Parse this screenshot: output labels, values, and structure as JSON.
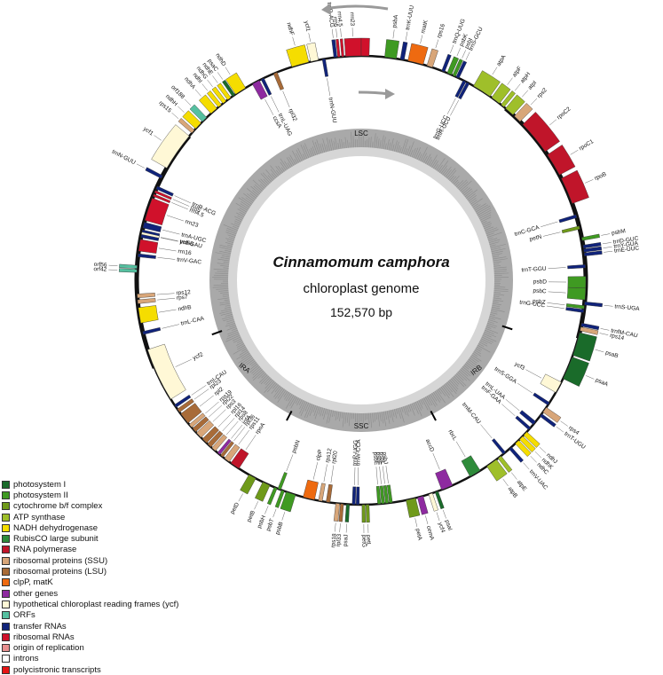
{
  "title": {
    "organism": "Cinnamomum camphora",
    "subtitle": "chloroplast genome",
    "length": "152,570 bp"
  },
  "regions": [
    "LSC",
    "IRB",
    "SSC",
    "IRA"
  ],
  "colors": {
    "ps1": "#1a6b2a",
    "ps2": "#3f9a22",
    "cytb6f": "#6f9a1a",
    "atp": "#9fbf2a",
    "ndh": "#f5dd00",
    "rubisco": "#2e8b3a",
    "rnapol": "#c0152a",
    "ssu": "#d8a679",
    "lsu": "#a86b38",
    "clpp": "#ee6a10",
    "other": "#8e2aa0",
    "ycf": "#fff8d6",
    "orf": "#55c0a0",
    "trna": "#10237a",
    "rrna": "#d0112b",
    "ori": "#e89090",
    "intron": "#ffffff",
    "polycistronic": "#e61515",
    "ring_outer": "#a9a9a9",
    "ring_inner": "#d6d6d6"
  },
  "legend": [
    {
      "label": "photosystem I",
      "color_key": "ps1"
    },
    {
      "label": "photosystem II",
      "color_key": "ps2"
    },
    {
      "label": "cytochrome b/f complex",
      "color_key": "cytb6f"
    },
    {
      "label": "ATP synthase",
      "color_key": "atp"
    },
    {
      "label": "NADH dehydrogenase",
      "color_key": "ndh"
    },
    {
      "label": "RubisCO large subunit",
      "color_key": "rubisco"
    },
    {
      "label": "RNA polymerase",
      "color_key": "rnapol"
    },
    {
      "label": "ribosomal proteins (SSU)",
      "color_key": "ssu"
    },
    {
      "label": "ribosomal proteins (LSU)",
      "color_key": "lsu"
    },
    {
      "label": "clpP, matK",
      "color_key": "clpp"
    },
    {
      "label": "other genes",
      "color_key": "other"
    },
    {
      "label": "hypothetical chloroplast reading frames (ycf)",
      "color_key": "ycf"
    },
    {
      "label": "ORFs",
      "color_key": "orf"
    },
    {
      "label": "transfer RNAs",
      "color_key": "trna"
    },
    {
      "label": "ribosomal RNAs",
      "color_key": "rrna"
    },
    {
      "label": "origin of replication",
      "color_key": "ori"
    },
    {
      "label": "introns",
      "color_key": "intron"
    },
    {
      "label": "polycistronic transcripts",
      "color_key": "polycistronic"
    }
  ],
  "genes": [
    {
      "name": "psbA",
      "c": "ps2",
      "a": 6,
      "w": 3,
      "s": 1
    },
    {
      "name": "trnK-UUU",
      "c": "trna",
      "a": 10,
      "w": 1,
      "s": 1
    },
    {
      "name": "matK",
      "c": "clpp",
      "a": 12,
      "w": 4,
      "s": 1
    },
    {
      "name": "rps16",
      "c": "ssu",
      "a": 17,
      "w": 1.5,
      "s": 1
    },
    {
      "name": "trnQ-UUG",
      "c": "trna",
      "a": 21,
      "w": 0.8,
      "s": 1
    },
    {
      "name": "psbK",
      "c": "ps2",
      "a": 22.5,
      "w": 1.2,
      "s": 1
    },
    {
      "name": "psbI",
      "c": "ps2",
      "a": 24,
      "w": 0.8,
      "s": 1
    },
    {
      "name": "trnS-GCU",
      "c": "trna",
      "a": 25,
      "w": 0.8,
      "s": 1
    },
    {
      "name": "trnG-UCC",
      "c": "trna",
      "a": 27,
      "w": 0.8,
      "s": -1
    },
    {
      "name": "trnR-UCU",
      "c": "trna",
      "a": 28,
      "w": 0.8,
      "s": -1
    },
    {
      "name": "atpA",
      "c": "atp",
      "a": 30,
      "w": 5,
      "s": 1
    },
    {
      "name": "atpF",
      "c": "atp",
      "a": 35.5,
      "w": 2.5,
      "s": 1
    },
    {
      "name": "atpH",
      "c": "atp",
      "a": 38.5,
      "w": 1,
      "s": 1
    },
    {
      "name": "atpI",
      "c": "atp",
      "a": 40,
      "w": 2.5,
      "s": 1
    },
    {
      "name": "rps2",
      "c": "ssu",
      "a": 43,
      "w": 2,
      "s": 1
    },
    {
      "name": "rpoC2",
      "c": "rnapol",
      "a": 46,
      "w": 9,
      "s": 1
    },
    {
      "name": "rpoC1",
      "c": "rnapol",
      "a": 56,
      "w": 6,
      "s": 1
    },
    {
      "name": "rpoB",
      "c": "rnapol",
      "a": 63,
      "w": 7,
      "s": 1
    },
    {
      "name": "trnC-GCA",
      "c": "trna",
      "a": 73,
      "w": 0.8,
      "s": -1
    },
    {
      "name": "petN",
      "c": "cytb6f",
      "a": 76,
      "w": 0.8,
      "s": -1
    },
    {
      "name": "psbM",
      "c": "ps2",
      "a": 79,
      "w": 0.8,
      "s": 1
    },
    {
      "name": "trnD-GUC",
      "c": "trna",
      "a": 81,
      "w": 0.8,
      "s": 1
    },
    {
      "name": "trnY-GUA",
      "c": "trna",
      "a": 82,
      "w": 0.8,
      "s": 1
    },
    {
      "name": "trnE-UUC",
      "c": "trna",
      "a": 83,
      "w": 0.8,
      "s": 1
    },
    {
      "name": "trnT-GGU",
      "c": "trna",
      "a": 86,
      "w": 0.8,
      "s": -1
    },
    {
      "name": "psbD",
      "c": "ps2",
      "a": 89,
      "w": 3,
      "s": -1
    },
    {
      "name": "psbC",
      "c": "ps2",
      "a": 92,
      "w": 3,
      "s": -1
    },
    {
      "name": "trnS-UGA",
      "c": "trna",
      "a": 95.5,
      "w": 0.8,
      "s": 1
    },
    {
      "name": "psbZ",
      "c": "ps2",
      "a": 96.5,
      "w": 0.8,
      "s": -1
    },
    {
      "name": "trnG-UCC",
      "c": "trna",
      "a": 97.5,
      "w": 0.8,
      "s": -1
    },
    {
      "name": "trnfM-CAU",
      "c": "trna",
      "a": 101,
      "w": 0.8,
      "s": 1
    },
    {
      "name": "rps14",
      "c": "ssu",
      "a": 102,
      "w": 1,
      "s": 1
    },
    {
      "name": "psaB",
      "c": "ps1",
      "a": 103.5,
      "w": 6,
      "s": 1
    },
    {
      "name": "psaA",
      "c": "ps1",
      "a": 110,
      "w": 6,
      "s": 1
    },
    {
      "name": "ycf3",
      "c": "ycf",
      "a": 117,
      "w": 3,
      "s": -1
    },
    {
      "name": "trnS-GGA",
      "c": "trna",
      "a": 123,
      "w": 0.8,
      "s": -1
    },
    {
      "name": "rps4",
      "c": "ssu",
      "a": 124.5,
      "w": 1.5,
      "s": 1
    },
    {
      "name": "trnT-UGU",
      "c": "trna",
      "a": 126.5,
      "w": 0.8,
      "s": 1
    },
    {
      "name": "trnL-UAA",
      "c": "trna",
      "a": 129,
      "w": 1,
      "s": -1
    },
    {
      "name": "trnF-GAA",
      "c": "trna",
      "a": 131,
      "w": 0.8,
      "s": -1
    },
    {
      "name": "ndhJ",
      "c": "ndh",
      "a": 132.5,
      "w": 1.2,
      "s": 1
    },
    {
      "name": "ndhK",
      "c": "ndh",
      "a": 134,
      "w": 1.2,
      "s": 1
    },
    {
      "name": "ndhC",
      "c": "ndh",
      "a": 135.5,
      "w": 1.2,
      "s": 1
    },
    {
      "name": "trnV-UAC",
      "c": "trna",
      "a": 138,
      "w": 0.8,
      "s": 1
    },
    {
      "name": "trnM-CAU",
      "c": "trna",
      "a": 140,
      "w": 0.8,
      "s": -1
    },
    {
      "name": "atpE",
      "c": "atp",
      "a": 141.5,
      "w": 1,
      "s": 1
    },
    {
      "name": "atpB",
      "c": "atp",
      "a": 143,
      "w": 3,
      "s": 1
    },
    {
      "name": "rbcL",
      "c": "rubisco",
      "a": 148,
      "w": 3,
      "s": -1
    },
    {
      "name": "accD",
      "c": "other",
      "a": 156,
      "w": 3,
      "s": -1
    },
    {
      "name": "psaI",
      "c": "ps1",
      "a": 160,
      "w": 0.8,
      "s": 1
    },
    {
      "name": "ycf4",
      "c": "ycf",
      "a": 161.5,
      "w": 1,
      "s": 1
    },
    {
      "name": "cemA",
      "c": "other",
      "a": 164,
      "w": 1.5,
      "s": 1
    },
    {
      "name": "petA",
      "c": "cytb6f",
      "a": 166,
      "w": 2.5,
      "s": 1
    },
    {
      "name": "psbJ",
      "c": "ps2",
      "a": 172,
      "w": 0.8,
      "s": -1
    },
    {
      "name": "psbL",
      "c": "ps2",
      "a": 173,
      "w": 0.8,
      "s": -1
    },
    {
      "name": "psbF",
      "c": "ps2",
      "a": 174,
      "w": 0.8,
      "s": -1
    },
    {
      "name": "psbE",
      "c": "ps2",
      "a": 175,
      "w": 0.8,
      "s": -1
    },
    {
      "name": "petL",
      "c": "cytb6f",
      "a": 178,
      "w": 0.8,
      "s": 1
    },
    {
      "name": "petG",
      "c": "cytb6f",
      "a": 179,
      "w": 0.8,
      "s": 1
    },
    {
      "name": "trnW-CCA",
      "c": "trna",
      "a": 180.5,
      "w": 0.8,
      "s": -1
    },
    {
      "name": "trnP-UGG",
      "c": "trna",
      "a": 181.5,
      "w": 0.8,
      "s": -1
    },
    {
      "name": "psaJ",
      "c": "ps1",
      "a": 183,
      "w": 0.8,
      "s": 1
    },
    {
      "name": "rpl33",
      "c": "lsu",
      "a": 184.5,
      "w": 0.8,
      "s": 1
    },
    {
      "name": "rps18",
      "c": "ssu",
      "a": 185.5,
      "w": 1,
      "s": 1
    },
    {
      "name": "rpl20",
      "c": "lsu",
      "a": 188,
      "w": 1,
      "s": -1
    },
    {
      "name": "rps12",
      "c": "ssu",
      "a": 190,
      "w": 1,
      "s": -1
    },
    {
      "name": "clpP",
      "c": "clpp",
      "a": 192,
      "w": 3,
      "s": -1
    },
    {
      "name": "psbB",
      "c": "ps2",
      "a": 197,
      "w": 2.5,
      "s": 1
    },
    {
      "name": "psbT",
      "c": "ps2",
      "a": 200,
      "w": 0.8,
      "s": 1
    },
    {
      "name": "psbN",
      "c": "ps2",
      "a": 201,
      "w": 0.8,
      "s": -1
    },
    {
      "name": "psbH",
      "c": "ps2",
      "a": 202,
      "w": 0.8,
      "s": 1
    },
    {
      "name": "petB",
      "c": "cytb6f",
      "a": 204,
      "w": 2,
      "s": 1
    },
    {
      "name": "petD",
      "c": "cytb6f",
      "a": 208,
      "w": 2,
      "s": 1
    },
    {
      "name": "rpoA",
      "c": "rnapol",
      "a": 213,
      "w": 2.5,
      "s": -1
    },
    {
      "name": "rps11",
      "c": "ssu",
      "a": 216,
      "w": 1.5,
      "s": -1
    },
    {
      "name": "rpl36",
      "c": "lsu",
      "a": 218,
      "w": 0.8,
      "s": -1
    },
    {
      "name": "infA",
      "c": "other",
      "a": 219,
      "w": 0.8,
      "s": -1
    },
    {
      "name": "rps8",
      "c": "ssu",
      "a": 220.5,
      "w": 1.2,
      "s": -1
    },
    {
      "name": "rpl14",
      "c": "lsu",
      "a": 222,
      "w": 1.2,
      "s": -1
    },
    {
      "name": "rpl16",
      "c": "lsu",
      "a": 223.5,
      "w": 1.5,
      "s": -1
    },
    {
      "name": "rps3",
      "c": "ssu",
      "a": 225.5,
      "w": 1.7,
      "s": -1
    },
    {
      "name": "rpl22",
      "c": "lsu",
      "a": 227.5,
      "w": 1.2,
      "s": -1
    },
    {
      "name": "rps19",
      "c": "ssu",
      "a": 229,
      "w": 1,
      "s": -1
    },
    {
      "name": "rpl2",
      "c": "lsu",
      "a": 230.5,
      "w": 3,
      "s": -1
    },
    {
      "name": "rpl23",
      "c": "lsu",
      "a": 234,
      "w": 1,
      "s": -1
    },
    {
      "name": "trnI-CAU",
      "c": "trna",
      "a": 235.5,
      "w": 0.8,
      "s": -1
    },
    {
      "name": "ycf2",
      "c": "ycf",
      "a": 238,
      "w": 14,
      "s": -1
    },
    {
      "name": "trnL-CAA",
      "c": "trna",
      "a": 256,
      "w": 0.8,
      "s": -1
    },
    {
      "name": "ndhB",
      "c": "ndh",
      "a": 259,
      "w": 4,
      "s": -1
    },
    {
      "name": "rps7",
      "c": "ssu",
      "a": 264,
      "w": 1,
      "s": -1
    },
    {
      "name": "rps12",
      "c": "ssu",
      "a": 265.5,
      "w": 1,
      "s": -1
    },
    {
      "name": "orf42",
      "c": "orf",
      "a": 272,
      "w": 0.8,
      "s": 1
    },
    {
      "name": "orf56",
      "c": "orf",
      "a": 273,
      "w": 0.8,
      "s": 1
    },
    {
      "name": "trnV-GAC",
      "c": "trna",
      "a": 276,
      "w": 0.8,
      "s": -1
    },
    {
      "name": "rrn16",
      "c": "rrna",
      "a": 277.5,
      "w": 3,
      "s": -1
    },
    {
      "name": "trnI-GAU",
      "c": "trna",
      "a": 281,
      "w": 2,
      "s": -1
    },
    {
      "name": "ycf68",
      "c": "ycf",
      "a": 281.8,
      "w": 0.5,
      "s": -1
    },
    {
      "name": "trnA-UGC",
      "c": "trna",
      "a": 283.5,
      "w": 1.5,
      "s": -1
    },
    {
      "name": "rrn23",
      "c": "rrna",
      "a": 285.5,
      "w": 6,
      "s": -1
    },
    {
      "name": "rrn4.5",
      "c": "rrna",
      "a": 292,
      "w": 0.6,
      "s": -1
    },
    {
      "name": "rrn5",
      "c": "rrna",
      "a": 293,
      "w": 0.6,
      "s": -1
    },
    {
      "name": "trnR-ACG",
      "c": "trna",
      "a": 294,
      "w": 0.8,
      "s": -1
    },
    {
      "name": "trnN-GUU",
      "c": "trna",
      "a": 297,
      "w": 0.8,
      "s": 1
    },
    {
      "name": "ycf1",
      "c": "ycf",
      "a": 300,
      "w": 10,
      "s": 1
    },
    {
      "name": "rps15",
      "c": "ssu",
      "a": 311,
      "w": 1,
      "s": 1
    },
    {
      "name": "ndhH",
      "c": "ndh",
      "a": 312.5,
      "w": 2,
      "s": 1
    },
    {
      "name": "orf188",
      "c": "orf",
      "a": 315,
      "w": 1.5,
      "s": 1
    },
    {
      "name": "ndhA",
      "c": "ndh",
      "a": 318,
      "w": 2,
      "s": 1
    },
    {
      "name": "ndhI",
      "c": "ndh",
      "a": 320.5,
      "w": 1,
      "s": 1
    },
    {
      "name": "ndhG",
      "c": "ndh",
      "a": 322,
      "w": 1,
      "s": 1
    },
    {
      "name": "ndhE",
      "c": "ndh",
      "a": 323.5,
      "w": 1,
      "s": 1
    },
    {
      "name": "psaC",
      "c": "ps1",
      "a": 325,
      "w": 0.8,
      "s": 1
    },
    {
      "name": "ndhD",
      "c": "ndh",
      "a": 326,
      "w": 3,
      "s": 1
    },
    {
      "name": "ccsA",
      "c": "other",
      "a": 331,
      "w": 2,
      "s": -1
    },
    {
      "name": "trnL-UAG",
      "c": "trna",
      "a": 333.5,
      "w": 0.8,
      "s": -1
    },
    {
      "name": "rpl32",
      "c": "lsu",
      "a": 337,
      "w": 1,
      "s": -1
    },
    {
      "name": "ndhF",
      "c": "ndh",
      "a": 342,
      "w": 4.5,
      "s": 1
    },
    {
      "name": "ycf1",
      "c": "ycf",
      "a": 347,
      "w": 2,
      "s": 1
    },
    {
      "name": "trnN-GUU",
      "c": "trna",
      "a": 350,
      "w": 0.8,
      "s": -1
    },
    {
      "name": "trnR-ACG",
      "c": "trna",
      "a": 353,
      "w": 0.8,
      "s": 1
    },
    {
      "name": "rrn5",
      "c": "rrna",
      "a": 354,
      "w": 0.6,
      "s": 1
    },
    {
      "name": "rrn4.5",
      "c": "rrna",
      "a": 355,
      "w": 0.6,
      "s": 1
    },
    {
      "name": "rrn23",
      "c": "rrna",
      "a": 356,
      "w": 4,
      "s": 1
    }
  ],
  "wrap_genes": [
    {
      "name": "rrn23",
      "c": "rrna",
      "a": 0,
      "w": 2,
      "s": 1
    }
  ],
  "labels_extra": [
    {
      "name": "trnA-UGC"
    },
    {
      "name": "trnI-GAU"
    },
    {
      "name": "ycf68"
    },
    {
      "name": "rrn16"
    },
    {
      "name": "trnV-GAC"
    },
    {
      "name": "orf42"
    },
    {
      "name": "orf56"
    },
    {
      "name": "rps12"
    },
    {
      "name": "rps7"
    },
    {
      "name": "ndhB"
    },
    {
      "name": "trnL-CAA"
    },
    {
      "name": "ycf2"
    },
    {
      "name": "trnH-GUG"
    }
  ]
}
